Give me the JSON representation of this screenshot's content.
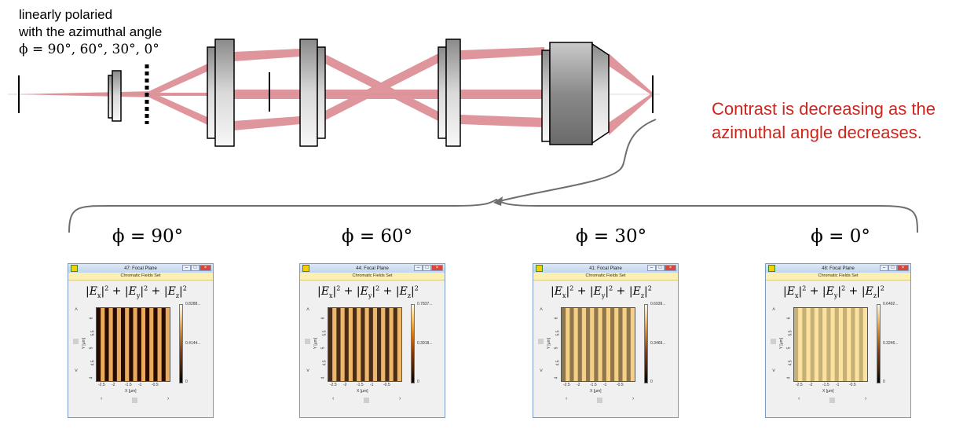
{
  "polarization_text": {
    "line1": "linearly polaried",
    "line2": "with the azimuthal angle",
    "phi": "ϕ = 90°,  60°, 30°, 0°"
  },
  "contrast_note": {
    "line1": "Contrast is decreasing as the",
    "line2": "azimuthal angle decreases."
  },
  "colors": {
    "beam": "#d9838a",
    "note": "#d0251b",
    "lens_dark": "#7a7a7a",
    "lens_light": "#f5f5f5"
  },
  "panels": [
    {
      "phi_label": "ϕ = 90°",
      "window_title": "47: Focal Plane",
      "contrast": 1.0,
      "cb_max": "0.8288...",
      "cb_mid": "0.4144..."
    },
    {
      "phi_label": "ϕ = 60°",
      "window_title": "44: Focal Plane",
      "contrast": 0.82,
      "cb_max": "0.7837...",
      "cb_mid": "0.3918..."
    },
    {
      "phi_label": "ϕ = 30°",
      "window_title": "41: Focal Plane",
      "contrast": 0.45,
      "cb_max": "0.6939...",
      "cb_mid": "0.3469..."
    },
    {
      "phi_label": "ϕ = 0°",
      "window_title": "48: Focal Plane",
      "contrast": 0.15,
      "cb_max": "0.6492...",
      "cb_mid": "0.3246..."
    }
  ],
  "window_common": {
    "subtitle": "Chromatic Fields Set",
    "formula_a": "|E",
    "formula_x": "x",
    "formula_y": "y",
    "formula_z": "z",
    "formula_pow": "2",
    "cb_min": "0",
    "y_ticks": [
      "6",
      "5.5",
      "5",
      "4.5",
      "4"
    ],
    "x_ticks": [
      "-2.5",
      "-2",
      "-1.5",
      "-1",
      "-0.5"
    ],
    "x_axis_label": "X [µm]",
    "y_axis_label": "Y [µm]"
  }
}
